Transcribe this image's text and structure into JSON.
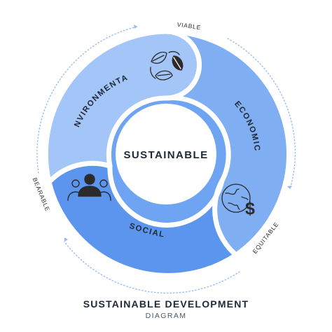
{
  "diagram": {
    "center_label": "SUSTAINABLE",
    "segments": [
      {
        "id": "environmental",
        "label": "ENVIRONMENTAL",
        "color": "#a4c5f7",
        "icon": "leaves-icon"
      },
      {
        "id": "economic",
        "label": "ECONOMIC",
        "color": "#80aef3",
        "icon": "globe-dollar-icon"
      },
      {
        "id": "social",
        "label": "SOCIAL",
        "color": "#5c95ee",
        "icon": "people-icon"
      }
    ],
    "connectors": [
      {
        "id": "viable",
        "label": "VIABLE"
      },
      {
        "id": "equitable",
        "label": "EQUITABLE"
      },
      {
        "id": "bearable",
        "label": "BEARABLE"
      }
    ],
    "ring_color": "#6ea4f2",
    "arrow_color": "#93b9f0",
    "icon_color": "#2b2b2b"
  },
  "footer": {
    "title": "SUSTAINABLE DEVELOPMENT",
    "subtitle": "DIAGRAM"
  }
}
